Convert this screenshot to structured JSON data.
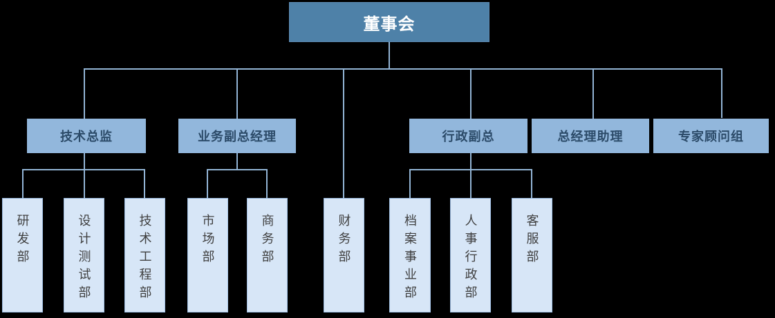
{
  "palette": {
    "canvas_bg": "#000000",
    "root_fill": "#4E81A8",
    "root_border": "#5E8CB5",
    "root_text": "#FFFFFF",
    "manager_fill": "#92B7DC",
    "manager_text": "#2B4A68",
    "dept_fill": "#D7E6F7",
    "dept_border": "#9FBFE4",
    "dept_text": "#3F3F3F",
    "connector": "#93B5D6"
  },
  "chart_data": {
    "type": "org-chart",
    "root": {
      "label": "董事会"
    },
    "managers": [
      {
        "label": "技术总监",
        "reports_to": "董事会"
      },
      {
        "label": "业务副总经理",
        "reports_to": "董事会"
      },
      {
        "label": "行政副总",
        "reports_to": "董事会"
      },
      {
        "label": "总经理助理",
        "reports_to": "董事会"
      },
      {
        "label": "专家顾问组",
        "reports_to": "董事会"
      }
    ],
    "departments": [
      {
        "label": "研发部",
        "reports_to": "技术总监"
      },
      {
        "label": "设计测试部",
        "reports_to": "技术总监"
      },
      {
        "label": "技术工程部",
        "reports_to": "技术总监"
      },
      {
        "label": "市场部",
        "reports_to": "业务副总经理"
      },
      {
        "label": "商务部",
        "reports_to": "业务副总经理"
      },
      {
        "label": "财务部",
        "reports_to": "董事会"
      },
      {
        "label": "档案事业部",
        "reports_to": "行政副总"
      },
      {
        "label": "人事行政部",
        "reports_to": "行政副总"
      },
      {
        "label": "客服部",
        "reports_to": "行政副总"
      }
    ]
  }
}
